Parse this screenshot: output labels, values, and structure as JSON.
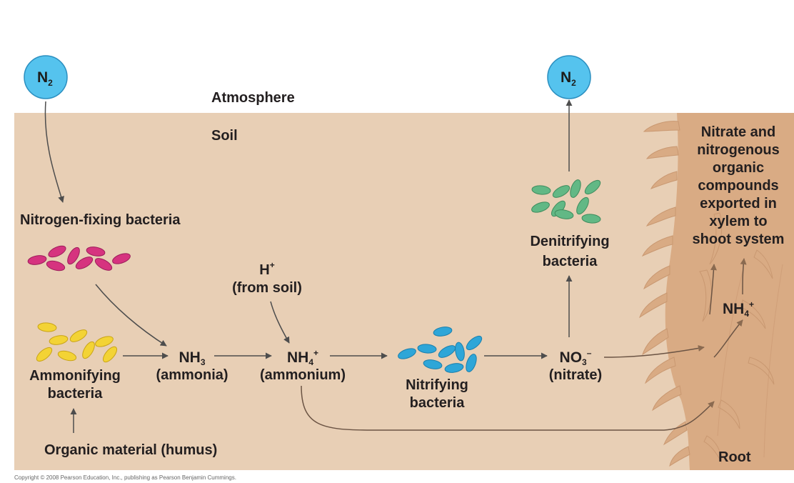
{
  "labels": {
    "atmosphere": "Atmosphere",
    "soil": "Soil",
    "nitrogen_fixing_bacteria": "Nitrogen-fixing bacteria",
    "ammonifying_bacteria": [
      "Ammonifying",
      "bacteria"
    ],
    "organic_material": "Organic material (humus)",
    "h_plus": "H",
    "h_plus_sup": "+",
    "from_soil": "(from soil)",
    "nitrifying_bacteria": [
      "Nitrifying",
      "bacteria"
    ],
    "denitrifying_bacteria": [
      "Denitrifying",
      "bacteria"
    ],
    "exported_text": [
      "Nitrate and",
      "nitrogenous",
      "organic",
      "compounds",
      "exported in",
      "xylem to",
      "shoot system"
    ],
    "root": "Root"
  },
  "molecules": {
    "n2_left": {
      "base": "N",
      "sub": "2"
    },
    "n2_right": {
      "base": "N",
      "sub": "2"
    },
    "nh3": {
      "base": "NH",
      "sub": "3",
      "name": "(ammonia)"
    },
    "nh4": {
      "base": "NH",
      "sub": "4",
      "sup": "+",
      "name": "(ammonium)"
    },
    "no3": {
      "base": "NO",
      "sub": "3",
      "sup": "–",
      "name": "(nitrate)"
    },
    "nh4_root": {
      "base": "NH",
      "sub": "4",
      "sup": "+"
    }
  },
  "copyright": "Copyright © 2008 Pearson Education, Inc., publishing as Pearson Benjamin Cummings.",
  "colors": {
    "soil": "#e8cfb5",
    "root": "#d9ab84",
    "n2_bubble": "#55c3ee",
    "n_fixing": "#d6337f",
    "ammonifying": "#f3d335",
    "nitrifying": "#2ea6d8",
    "denitrifying": "#62b885",
    "arrow": "#555555"
  }
}
